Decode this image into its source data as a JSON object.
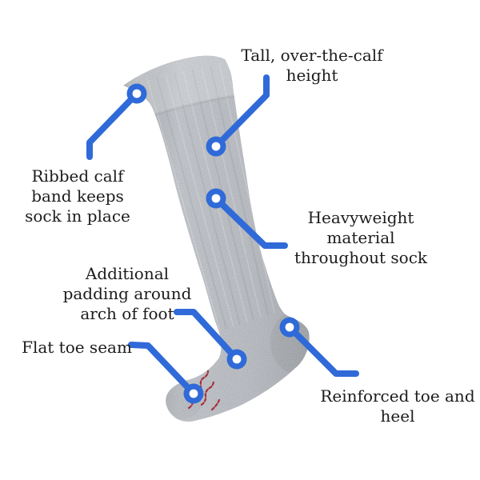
{
  "colors": {
    "accent_blue": "#2f6ad8",
    "text": "#1c1c1c",
    "sock_gray": "#aeb2b8",
    "stitch_red": "#a5303a",
    "background": "#ffffff"
  },
  "callouts": [
    {
      "id": "ribbed-calf-band",
      "lines": [
        "Ribbed calf",
        "band keeps",
        "sock in place"
      ]
    },
    {
      "id": "over-the-calf-height",
      "lines": [
        "Tall, over-the-calf",
        "height"
      ]
    },
    {
      "id": "heavyweight-material",
      "lines": [
        "Heavyweight",
        "material",
        "throughout sock"
      ]
    },
    {
      "id": "arch-padding",
      "lines": [
        "Additional",
        "padding around",
        "arch of foot"
      ]
    },
    {
      "id": "flat-toe-seam",
      "lines": [
        "Flat toe seam"
      ]
    },
    {
      "id": "reinforced-toe-heel",
      "lines": [
        "Reinforced toe and",
        "heel"
      ]
    }
  ]
}
